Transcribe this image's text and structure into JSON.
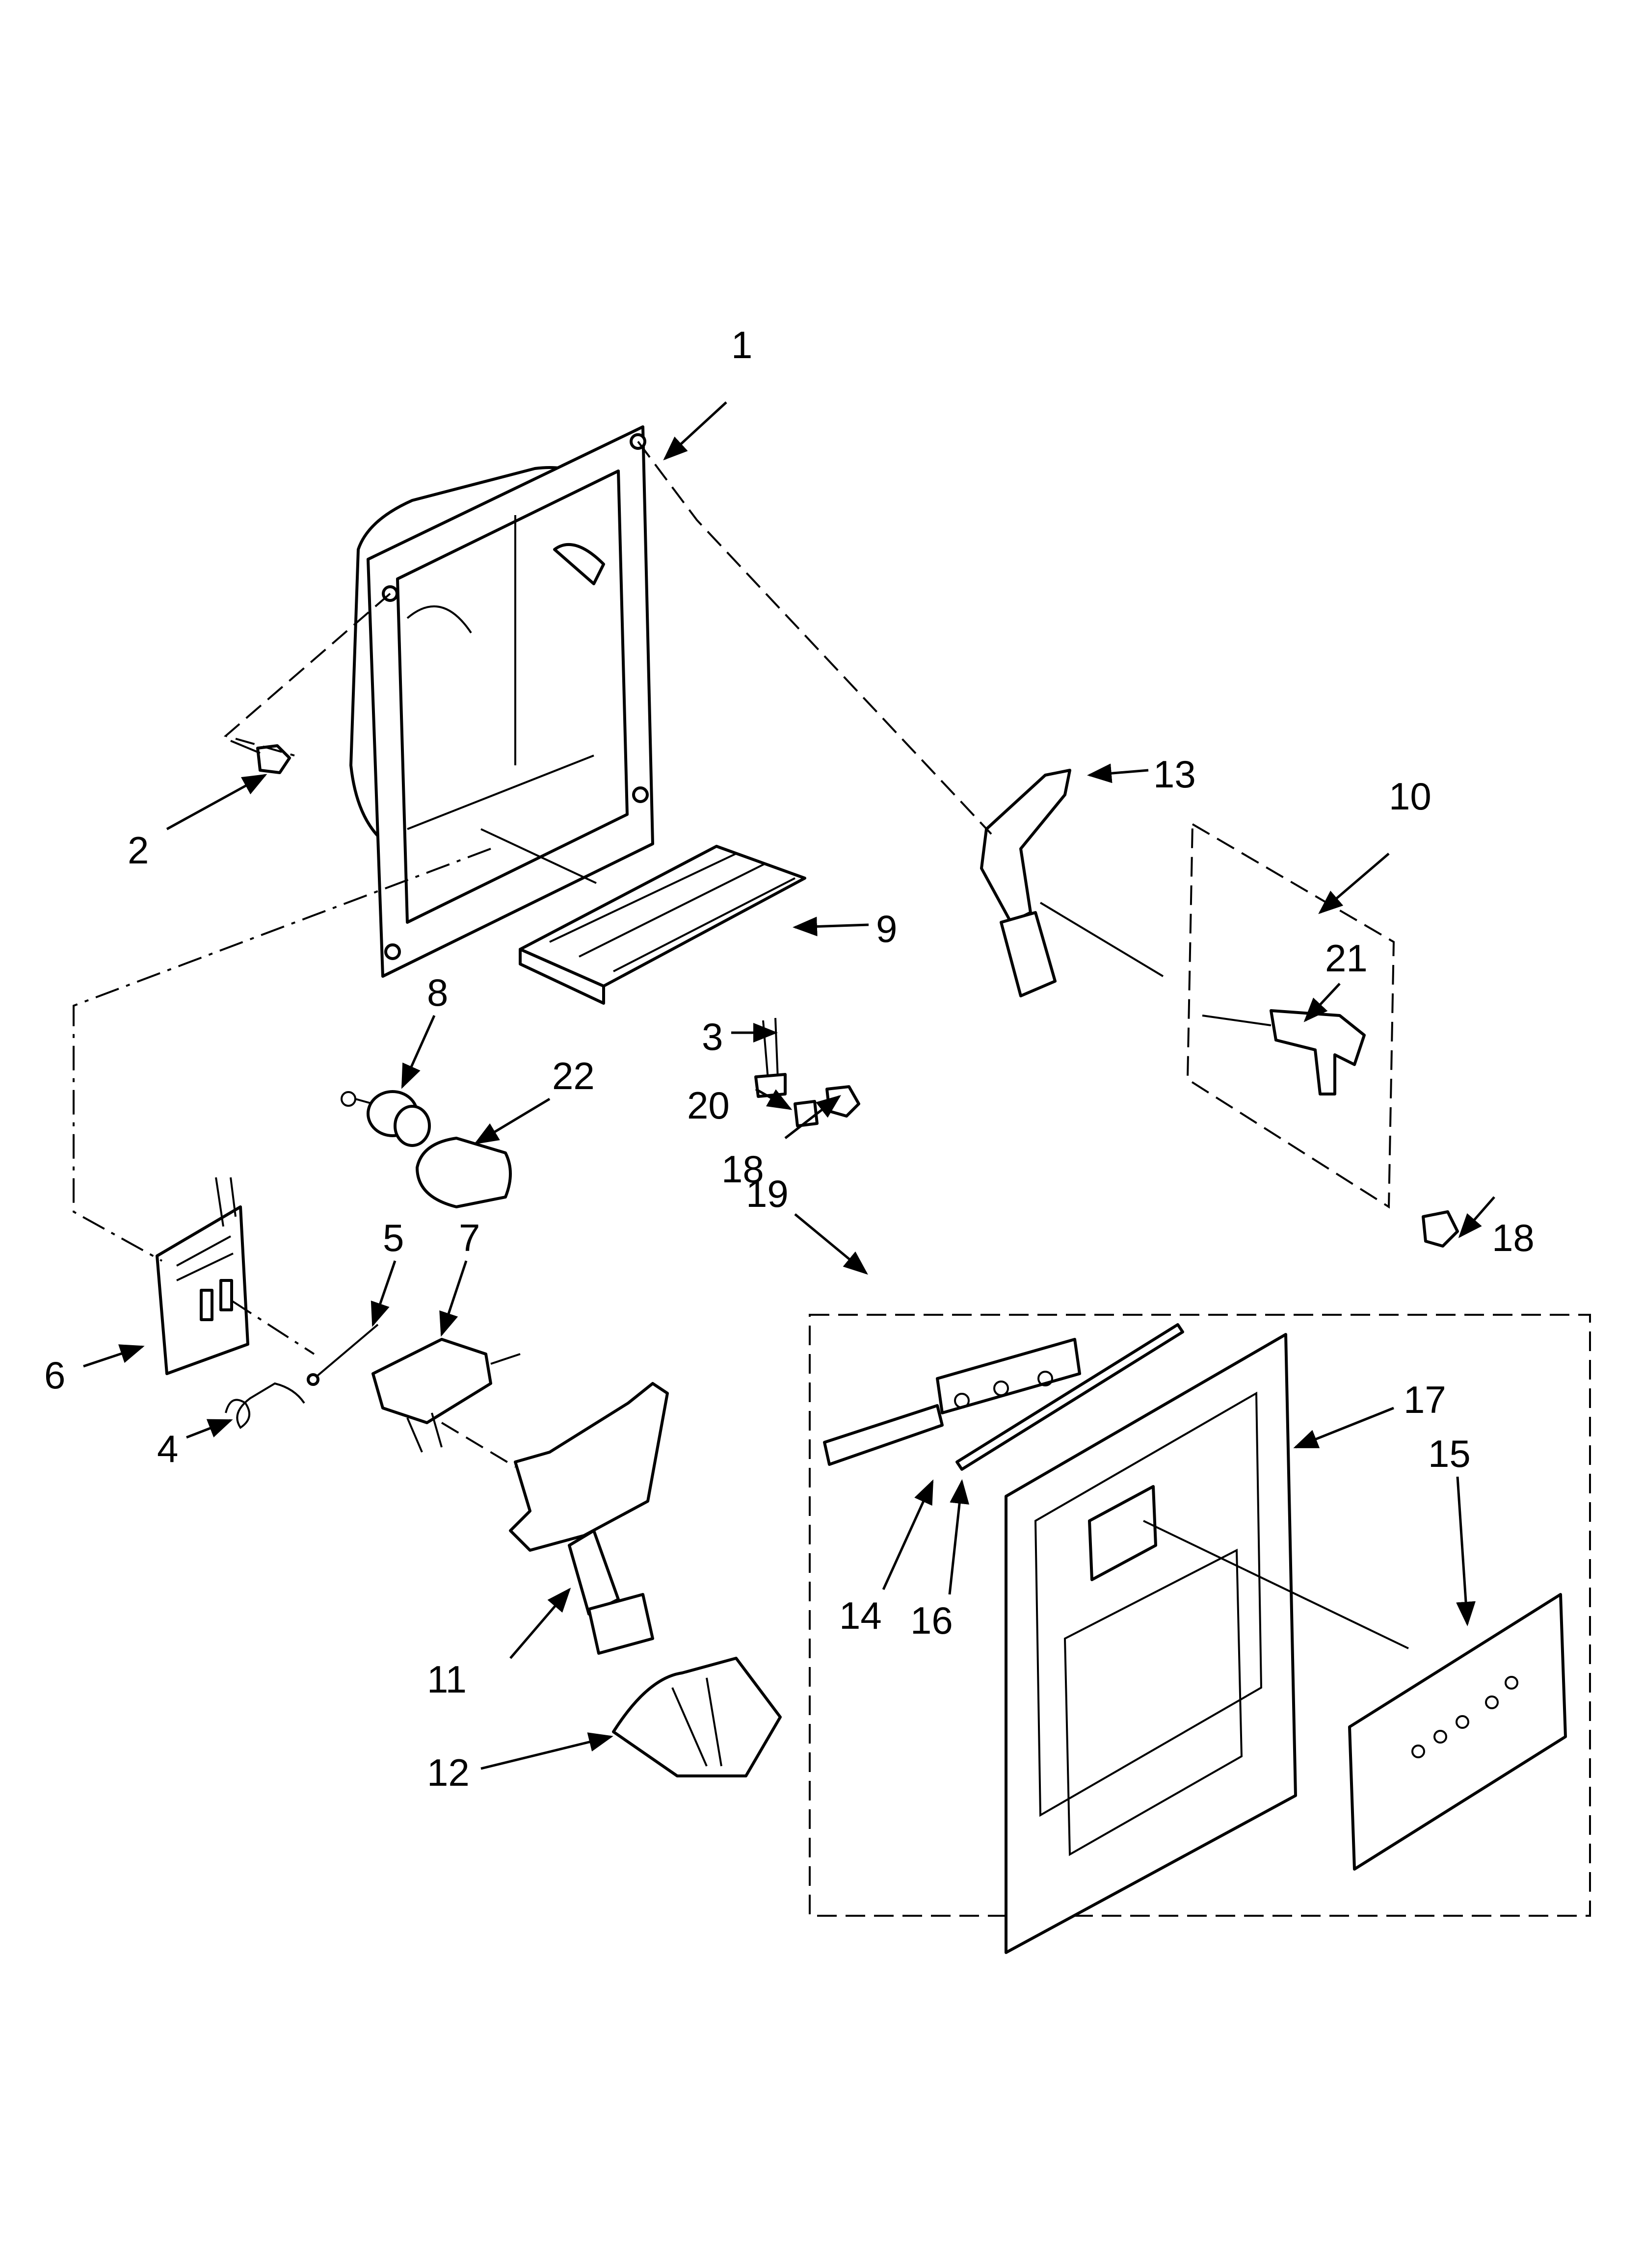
{
  "callouts": {
    "c1": "1",
    "c2": "2",
    "c3": "3",
    "c4": "4",
    "c5": "5",
    "c6": "6",
    "c7": "7",
    "c8": "8",
    "c9": "9",
    "c10": "10",
    "c11": "11",
    "c12": "12",
    "c13": "13",
    "c14": "14",
    "c15": "15",
    "c16": "16",
    "c17": "17",
    "c18a": "18",
    "c18b": "18",
    "c19": "19",
    "c20": "20",
    "c21": "21",
    "c22": "22"
  }
}
